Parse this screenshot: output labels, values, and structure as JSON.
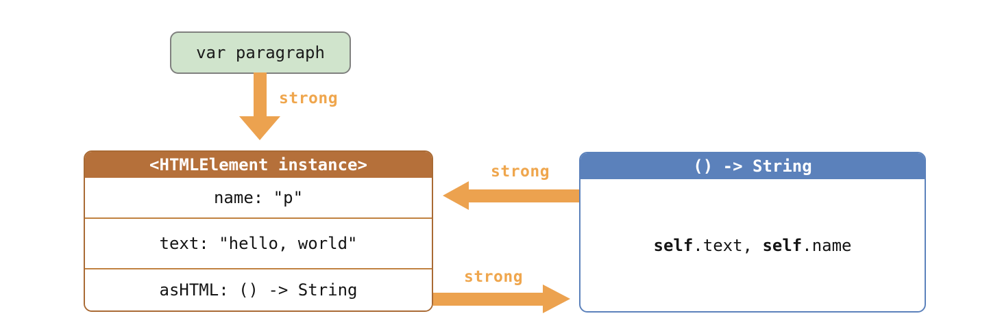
{
  "colors": {
    "arrow_orange": "#ECA24F",
    "strong_label_orange": "#EFA64D",
    "instance_header_brown": "#B5703A",
    "instance_border_brown": "#A96A34",
    "instance_divider_brown": "#C0813F",
    "closure_header_blue": "#5B81BB",
    "var_box_green": "#D0E4CC",
    "var_box_border_gray": "#7F807E",
    "background": "#FFFFFF"
  },
  "var_box": {
    "label": "var paragraph"
  },
  "arrows": {
    "var_to_instance_label": "strong",
    "closure_to_instance_label": "strong",
    "instance_to_closure_label": "strong"
  },
  "instance_box": {
    "title": "<HTMLElement instance>",
    "rows": [
      "name: \"p\"",
      "text: \"hello, world\"",
      "asHTML: () -> String"
    ]
  },
  "closure_box": {
    "title": "() -> String",
    "body_parts": [
      "self",
      ".text, ",
      "self",
      ".name"
    ]
  }
}
